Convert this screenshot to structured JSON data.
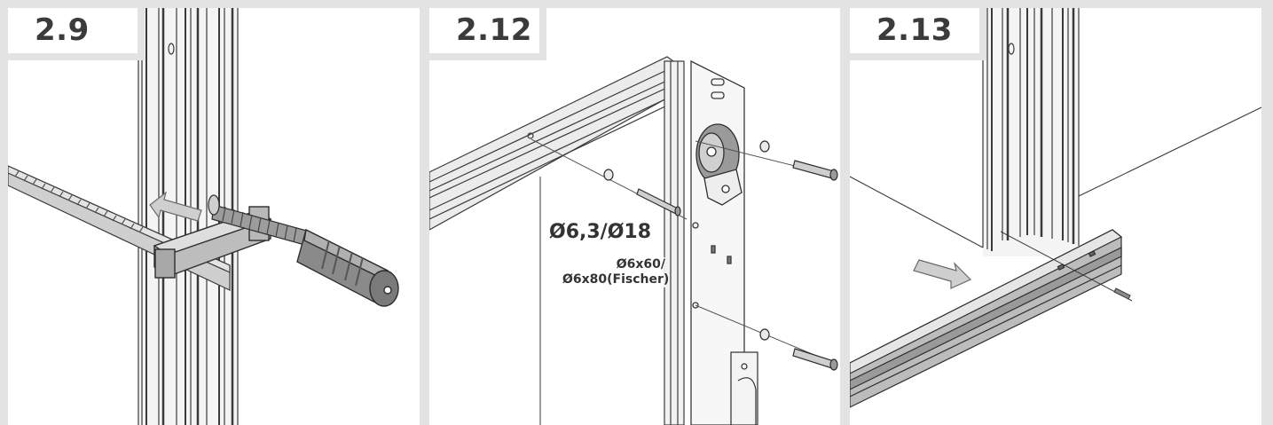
{
  "steps": [
    {
      "number": "2.9"
    },
    {
      "number": "2.12",
      "labels": {
        "washer_bolt": "Ø6,3/Ø18",
        "plug_line1": "Ø6x60/",
        "plug_line2": "Ø6x80(Fischer)"
      }
    },
    {
      "number": "2.13"
    }
  ],
  "colors": {
    "background": "#e3e3e3",
    "panel": "#ffffff",
    "metal_light": "#d8d8d8",
    "metal_mid": "#b4b4b4",
    "metal_dark": "#6a6a6a",
    "arrow": "#cfcfcf"
  }
}
